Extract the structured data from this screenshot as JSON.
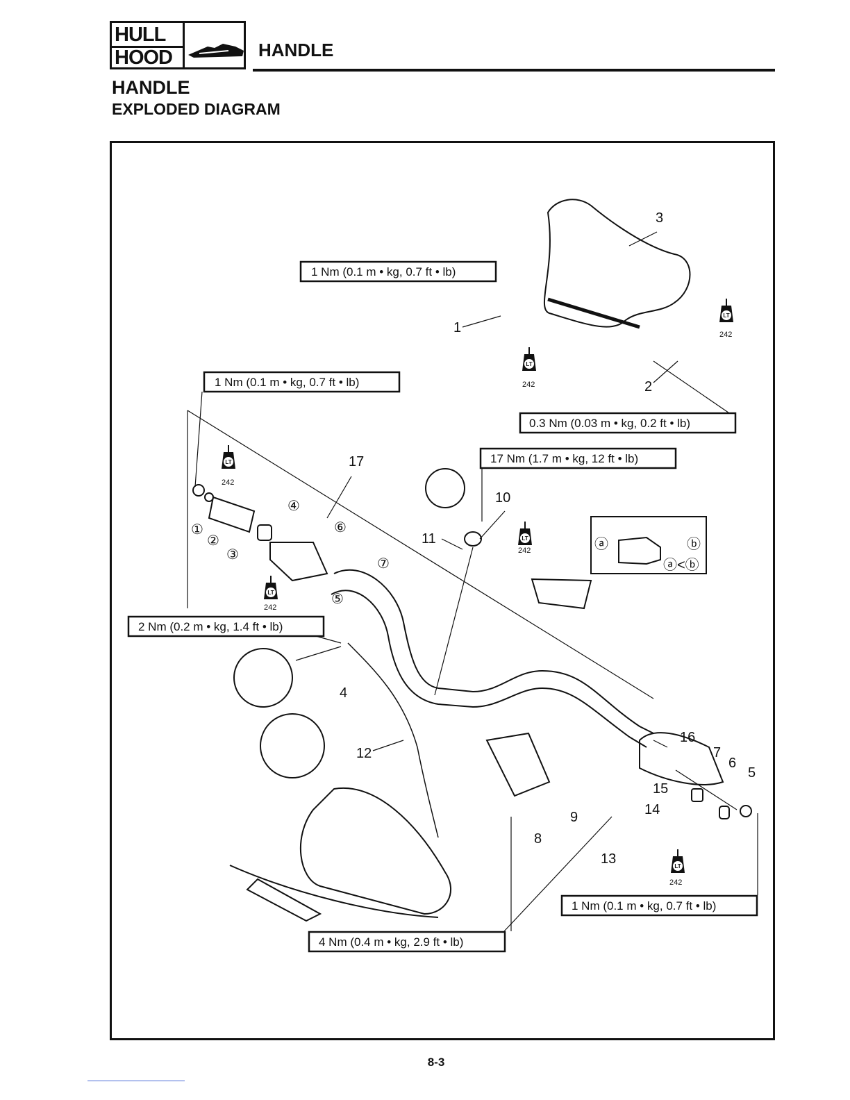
{
  "header": {
    "badge_line1": "HULL",
    "badge_line2": "HOOD",
    "section": "HANDLE"
  },
  "page": {
    "title": "HANDLE",
    "subtitle": "EXPLODED DIAGRAM",
    "number": "8-3"
  },
  "diagram": {
    "torque_specs": [
      "1 Nm (0.1 m • kg, 0.7 ft • lb)",
      "1 Nm (0.1 m • kg, 0.7 ft • lb)",
      "0.3 Nm (0.03 m • kg, 0.2 ft • lb)",
      "17 Nm (1.7 m • kg, 12 ft • lb)",
      "2 Nm (0.2 m • kg, 1.4 ft • lb)",
      "1 Nm (0.1 m • kg, 0.7 ft • lb)",
      "4 Nm (0.4 m • kg, 2.9 ft • lb)"
    ],
    "part_numbers": [
      "3",
      "1",
      "2",
      "17",
      "10",
      "11",
      "4",
      "12",
      "16",
      "7",
      "6",
      "5",
      "15",
      "14",
      "9",
      "8",
      "13"
    ],
    "circled_numbers": [
      "①",
      "②",
      "③",
      "④",
      "⑤",
      "⑥",
      "⑦"
    ],
    "locktite_code": "242",
    "locktite_label": "LT",
    "detail_labels": {
      "a": "ⓐ",
      "b": "ⓑ",
      "relation": "ⓐ<ⓑ"
    }
  }
}
